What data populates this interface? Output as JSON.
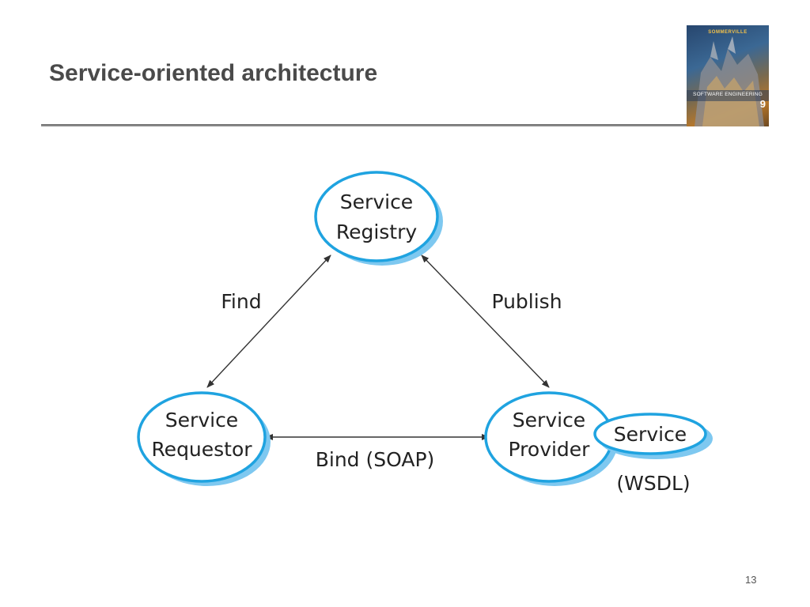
{
  "slide": {
    "title": "Service-oriented architecture",
    "page_number": "13"
  },
  "book_cover": {
    "author": "SOMMERVILLE",
    "title": "SOFTWARE ENGINEERING",
    "edition": "9"
  },
  "diagram": {
    "nodes": {
      "registry": {
        "line1": "Service",
        "line2": "Registry"
      },
      "requestor": {
        "line1": "Service",
        "line2": "Requestor"
      },
      "provider": {
        "line1": "Service",
        "line2": "Provider"
      },
      "service": {
        "line1": "Service"
      }
    },
    "edges": {
      "find": "Find",
      "publish": "Publish",
      "bind": "Bind (SOAP)"
    },
    "service_note": "(WSDL)"
  },
  "colors": {
    "ellipse_stroke": "#1fa3e0",
    "ellipse_shadow": "#7ec8f0",
    "arrow": "#333333",
    "title_text": "#4a4a4a"
  }
}
